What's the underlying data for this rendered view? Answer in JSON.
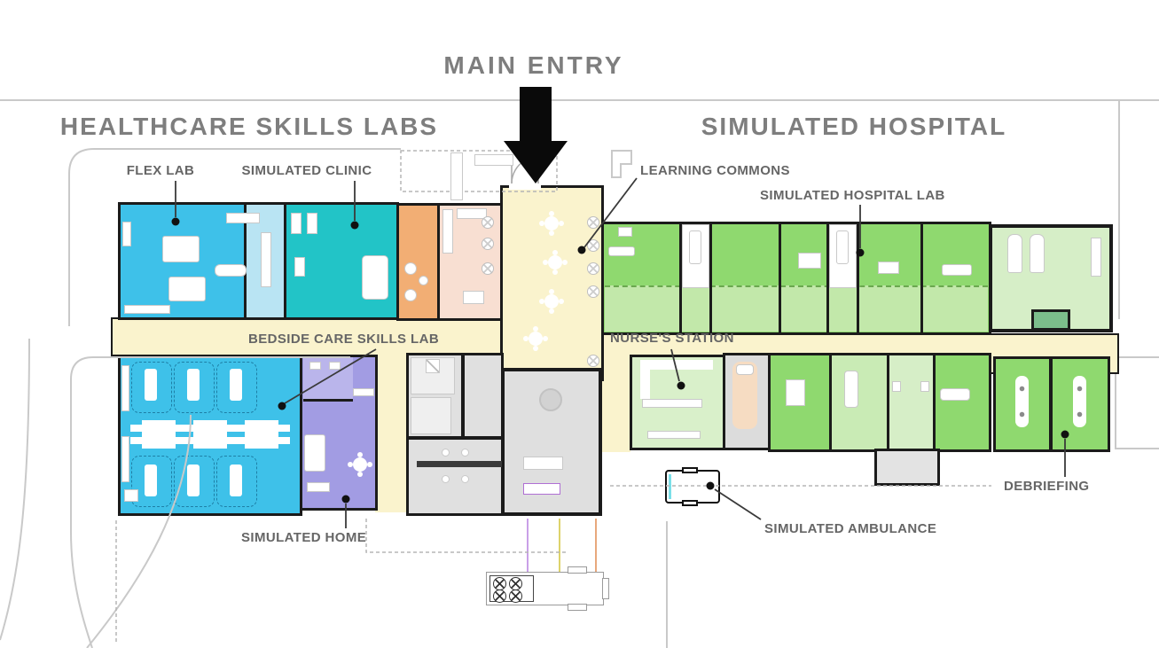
{
  "plan": {
    "main_entry_label": "MAIN ENTRY",
    "zones": [
      {
        "id": "healthcare-skills-labs",
        "label": "HEALTHCARE SKILLS LABS"
      },
      {
        "id": "simulated-hospital",
        "label": "SIMULATED HOSPITAL"
      }
    ],
    "rooms": [
      {
        "id": "flex-lab",
        "label": "FLEX LAB"
      },
      {
        "id": "simulated-clinic",
        "label": "SIMULATED CLINIC"
      },
      {
        "id": "learning-commons",
        "label": "LEARNING COMMONS"
      },
      {
        "id": "simulated-hospital-lab",
        "label": "SIMULATED HOSPITAL LAB"
      },
      {
        "id": "bedside-care-skills-lab",
        "label": "BEDSIDE CARE SKILLS LAB"
      },
      {
        "id": "nurses-station",
        "label": "NURSE'S STATION"
      },
      {
        "id": "simulated-home",
        "label": "SIMULATED HOME"
      },
      {
        "id": "simulated-ambulance",
        "label": "SIMULATED AMBULANCE"
      },
      {
        "id": "debriefing",
        "label": "DEBRIEFING"
      }
    ],
    "palette": {
      "flex_lab_blue": "#3EC1E9",
      "light_blue": "#B9E4F3",
      "clinic_teal": "#22C4C7",
      "hospital_green": "#8FD96F",
      "light_green": "#D6EEC7",
      "pale_green_strip": "#C2E8AA",
      "nurse_green": "#D9F0CA",
      "corridor_cream": "#FAF3CD",
      "home_purple": "#A29CE3",
      "home_bath_purple": "#BAB5EB",
      "orange": "#F2AE74",
      "peach": "#F8DFD2",
      "gray_room": "#DFDFDF",
      "wall_black": "#1B1B1B",
      "label_gray": "#666666",
      "header_gray": "#7E7E7E",
      "site_line_gray": "#C9C9C9",
      "arrow_black": "#0A0A0A"
    }
  }
}
